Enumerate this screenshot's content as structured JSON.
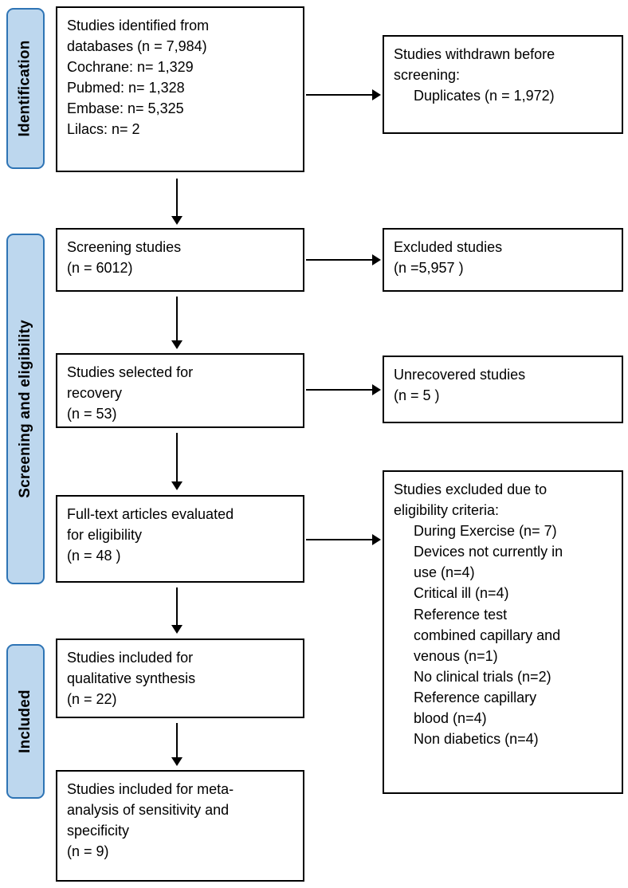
{
  "figure": {
    "type": "prisma-flow-diagram",
    "background_color": "#ffffff",
    "stage_fill_color": "#BDD7EE",
    "stage_border_color": "#2E74B5",
    "box_border_color": "#000000"
  },
  "stages": [
    {
      "label": "Identification"
    },
    {
      "label": "Screening and eligibility"
    },
    {
      "label": "Included"
    }
  ],
  "main_boxes": [
    {
      "text": "Studies identified from\ndatabases (n = 7,984)\nCochrane: n= 1,329\nPubmed: n= 1,328\nEmbase: n= 5,325\nLilacs: n= 2"
    },
    {
      "text": "Screening studies\n(n = 6012)"
    },
    {
      "text": "Studies selected for\nrecovery\n(n = 53)"
    },
    {
      "text": "Full-text articles evaluated\nfor eligibility\n(n = 48 )"
    },
    {
      "text": "Studies included for\nqualitative synthesis\n(n = 22)"
    },
    {
      "text": "Studies included for meta-\nanalysis of sensitivity and\nspecificity\n(n = 9)"
    }
  ],
  "side_boxes": [
    {
      "text": "Studies withdrawn before\nscreening:\n     Duplicates (n = 1,972)"
    },
    {
      "text": "Excluded studies\n(n =5,957 )"
    },
    {
      "text": "Unrecovered studies\n(n = 5 )"
    },
    {
      "text": "Studies excluded due to\neligibility criteria:\n     During Exercise (n= 7)\n     Devices not currently in\n     use (n=4)\n     Critical ill (n=4)\n     Reference test\n     combined capillary and\n     venous (n=1)\n     No clinical trials (n=2)\n     Reference capillary\n     blood (n=4)\n     Non diabetics (n=4)"
    }
  ]
}
